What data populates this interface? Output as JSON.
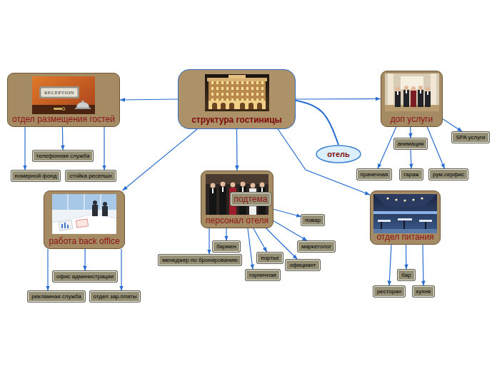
{
  "diagram": {
    "nodes": [
      {
        "text": [
          "структура гостиницы"
        ]
      },
      {
        "text": [
          "отдел размещения гостей"
        ]
      },
      {
        "text": [
          "телефонная служба"
        ]
      },
      {
        "text": [
          "номерной фонд"
        ]
      },
      {
        "text": [
          "стойка ресепшн"
        ]
      },
      {
        "text": [
          "доп услуги"
        ]
      },
      {
        "text": [
          "SPA услуги"
        ]
      },
      {
        "text": [
          "анимация"
        ]
      },
      {
        "text": [
          "прачечная"
        ]
      },
      {
        "text": [
          "гараж"
        ]
      },
      {
        "text": [
          "рум.серфис"
        ]
      },
      {
        "text": [
          "отель"
        ]
      },
      {
        "text": [
          "работа back office"
        ]
      },
      {
        "text": [
          "офис администрации"
        ]
      },
      {
        "text": [
          "рекламная служба"
        ]
      },
      {
        "text": [
          "отдел зар.платы"
        ]
      },
      {
        "text": [
          "персонал отеля"
        ]
      },
      {
        "text": [
          "подтема"
        ],
        "in": 16
      },
      {
        "text": [
          "повар"
        ]
      },
      {
        "text": [
          "маркетолог"
        ]
      },
      {
        "text": [
          "бармен"
        ]
      },
      {
        "text": [
          "менеджер по бронированию"
        ]
      },
      {
        "text": [
          "портье"
        ]
      },
      {
        "text": [
          "официант"
        ]
      },
      {
        "text": [
          "горничная"
        ]
      },
      {
        "text": [
          "отдел питания"
        ]
      },
      {
        "text": [
          "бар"
        ]
      },
      {
        "text": [
          "ресторан"
        ]
      },
      {
        "text": [
          "кухня"
        ]
      }
    ],
    "edges": [
      {
        "from": 0,
        "to": 1,
        "arrow": "to"
      },
      {
        "from": 0,
        "to": 5,
        "arrow": "to"
      },
      {
        "from": 0,
        "to": 11,
        "arrow": "none"
      },
      {
        "from": 0,
        "to": 12,
        "arrow": "to"
      },
      {
        "from": 0,
        "to": 16,
        "arrow": "to"
      },
      {
        "from": 0,
        "to": 25,
        "arrow": "to"
      },
      {
        "from": 1,
        "to": 2,
        "arrow": "to"
      },
      {
        "from": 1,
        "to": 3,
        "arrow": "to"
      },
      {
        "from": 1,
        "to": 4,
        "arrow": "to"
      },
      {
        "from": 5,
        "to": 6,
        "arrow": "to"
      },
      {
        "from": 5,
        "to": 7,
        "arrow": "to"
      },
      {
        "from": 5,
        "to": 8,
        "arrow": "to"
      },
      {
        "from": 5,
        "to": 10,
        "arrow": "to"
      },
      {
        "from": 7,
        "to": 9,
        "arrow": "to"
      },
      {
        "from": 12,
        "to": 13,
        "arrow": "to"
      },
      {
        "from": 12,
        "to": 14,
        "arrow": "to"
      },
      {
        "from": 12,
        "to": 15,
        "arrow": "to"
      },
      {
        "from": 16,
        "to": 18,
        "arrow": "to"
      },
      {
        "from": 16,
        "to": 19,
        "arrow": "to"
      },
      {
        "from": 16,
        "to": 20,
        "arrow": "to"
      },
      {
        "from": 16,
        "to": 21,
        "arrow": "to"
      },
      {
        "from": 16,
        "to": 22,
        "arrow": "to"
      },
      {
        "from": 16,
        "to": 23,
        "arrow": "to"
      },
      {
        "from": 16,
        "to": 24,
        "arrow": "to"
      },
      {
        "from": 25,
        "to": 26,
        "arrow": "to"
      },
      {
        "from": 25,
        "to": 27,
        "arrow": "to"
      },
      {
        "from": 25,
        "to": 28,
        "arrow": "to"
      }
    ],
    "labels": [
      "RECEPTION"
    ]
  }
}
